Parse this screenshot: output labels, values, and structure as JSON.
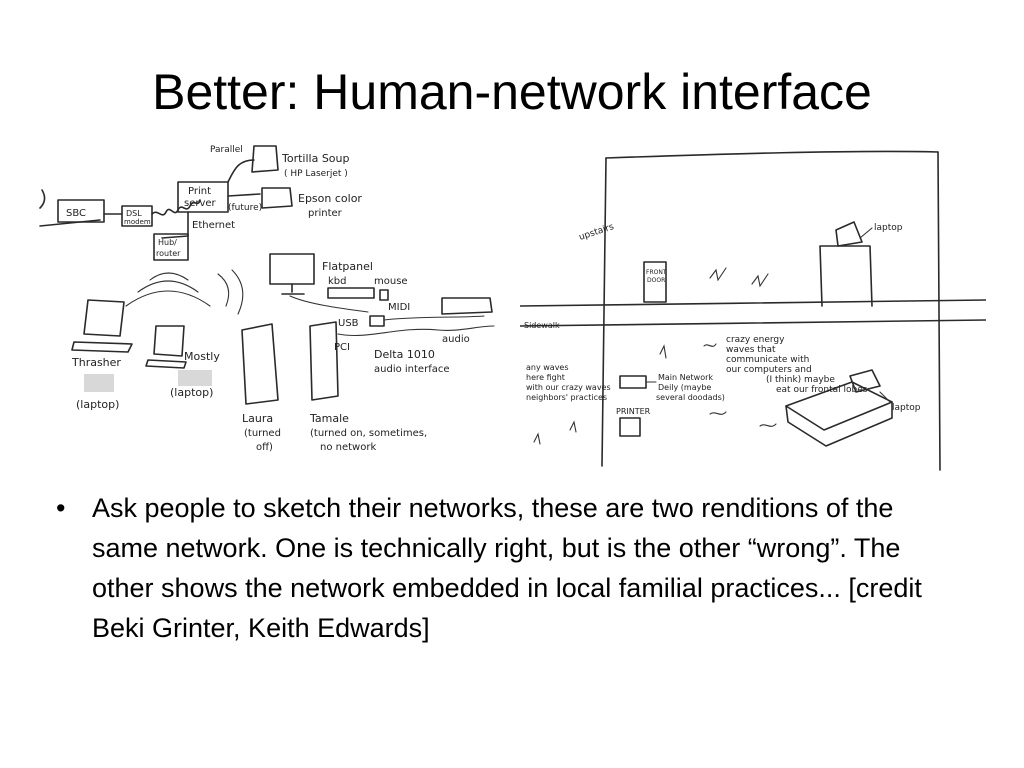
{
  "slide": {
    "title": "Better: Human-network interface",
    "bullets": [
      "Ask people to sketch their networks, these are two renditions of the same network.  One is technically right, but is the other “wrong”.  The other shows the network embedded in local familial practices... [credit Beki Grinter, Keith Edwards]"
    ]
  },
  "sketch_left": {
    "labels": {
      "parallel": "Parallel",
      "tortilla_soup": "Tortilla Soup",
      "hp_laserjet": "( HP Laserjet )",
      "print_server_1": "Print",
      "print_server_2": "server",
      "future": "(future)",
      "ethernet": "Ethernet",
      "epson_1": "Epson color",
      "epson_2": "printer",
      "sbc": "SBC",
      "dsl_1": "DSL",
      "dsl_2": "modem",
      "hub_1": "Hub/",
      "hub_2": "router",
      "flatpanel_1": "Flatpanel",
      "flatpanel_2": "kbd",
      "mouse": "mouse",
      "midi": "MIDI",
      "usb": "USB",
      "pci": "PCI",
      "audio": "audio",
      "delta_1": "Delta 1010",
      "delta_2": "audio interface",
      "thrasher": "Thrasher",
      "laptop_a": "(laptop)",
      "mostly": "Mostly",
      "laptop_b": "(laptop)",
      "laura_1": "Laura",
      "laura_2": "(turned",
      "laura_3": "off)",
      "tamale_1": "Tamale",
      "tamale_2": "(turned on, sometimes,",
      "tamale_3": "no network"
    }
  },
  "sketch_right": {
    "labels": {
      "upstairs": "upstairs",
      "laptop_top": "laptop",
      "front_door_1": "FRONT",
      "front_door_2": "DOOR",
      "sidewalk": "Sidewalk",
      "crazy_1": "crazy energy",
      "crazy_2": "waves that",
      "crazy_3": "communicate with",
      "crazy_4": "our computers and",
      "crazy_5": "(I think) maybe",
      "crazy_6": "eat our frontal lobes",
      "any_1": "any waves",
      "any_2": "here fight",
      "any_3": "with our crazy waves",
      "any_4": "neighbors' practices",
      "main_1": "Main Network",
      "main_2": "Deily (maybe",
      "main_3": "several doodads)",
      "printer": "PRINTER",
      "laptop_bottom": "laptop"
    }
  }
}
